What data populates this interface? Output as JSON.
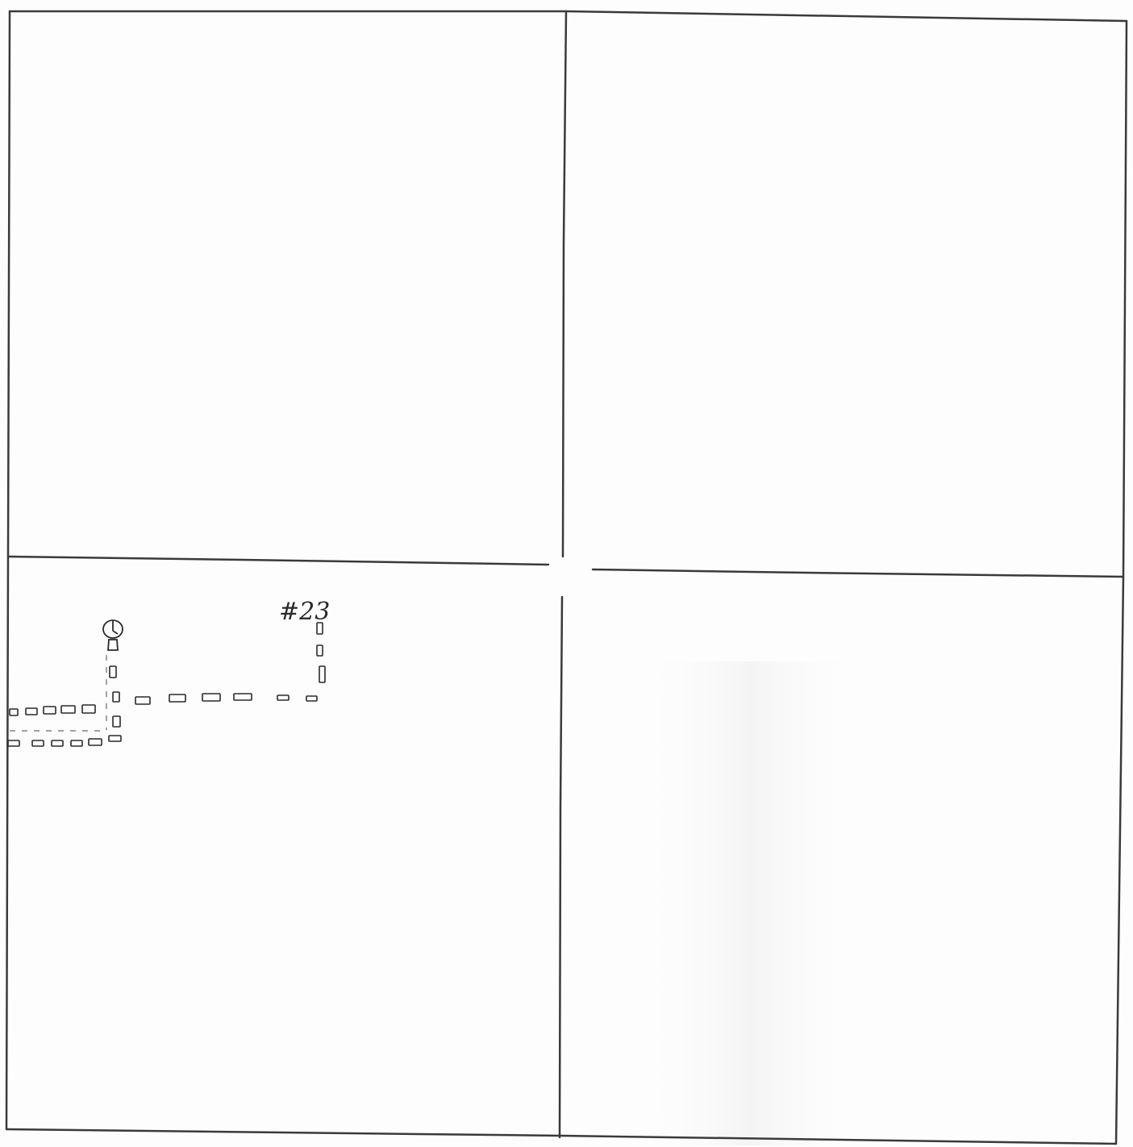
{
  "sheet": {
    "grid_rows": 2,
    "grid_cols": 2,
    "line_color": "#3a3a3a",
    "ink_color": "#2a2a2a",
    "paper_color": "#fdfdfd"
  },
  "annotation": {
    "label": "#23"
  },
  "path": {
    "marker_icon": "location-pin-icon",
    "mark_icon": "footprint-mark-icon"
  }
}
